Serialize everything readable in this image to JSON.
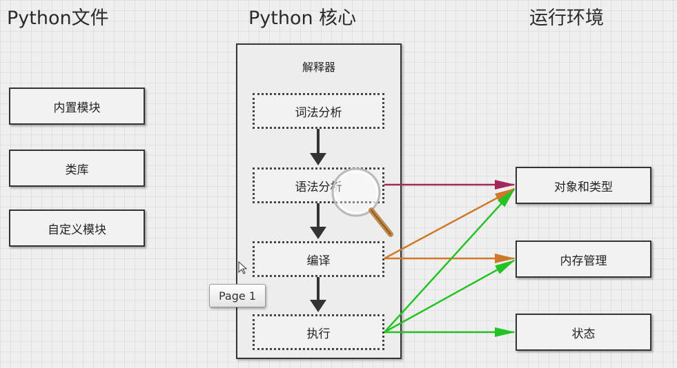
{
  "headings": {
    "python_files": "Python文件",
    "python_core": "Python 核心",
    "runtime": "运行环境"
  },
  "python_files": {
    "builtin_modules": "内置模块",
    "libraries": "类库",
    "custom_modules": "自定义模块"
  },
  "interpreter": {
    "title": "解释器",
    "lexical_analysis": "词法分析",
    "syntax_analysis": "语法分析",
    "compile": "编译",
    "execute": "执行"
  },
  "runtime": {
    "objects_types": "对象和类型",
    "memory_management": "内存管理",
    "state": "状态"
  },
  "tooltip": {
    "label": "Page 1"
  },
  "colors": {
    "syntax_link": "#a2285c",
    "compile_link": "#d0782a",
    "execute_link": "#22c322",
    "flow_arrow": "#333333"
  }
}
